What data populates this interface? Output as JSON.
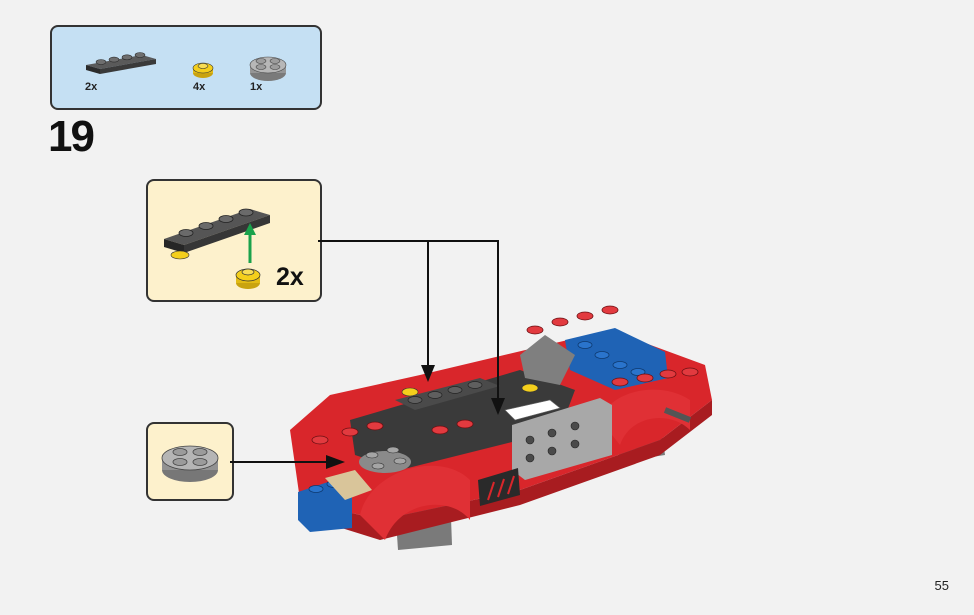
{
  "parts_list": [
    {
      "qty": "2x",
      "icon": "dark-gray-plate-1x4-icon"
    },
    {
      "qty": "4x",
      "icon": "yellow-round-plate-1x1-icon"
    },
    {
      "qty": "1x",
      "icon": "light-gray-turntable-2x2-icon"
    }
  ],
  "step": {
    "number": "19"
  },
  "callout_plate": {
    "qty": "2x"
  },
  "page": {
    "number": "55"
  },
  "colors": {
    "parts_box_bg": "#c5e0f3",
    "callout_bg": "#fdf1cc",
    "car_red": "#d9262b",
    "car_blue": "#1f63b5",
    "car_dark_gray": "#3a3a3a",
    "stud_yellow": "#f4cf1c",
    "arrow_green": "#1aa24b"
  }
}
